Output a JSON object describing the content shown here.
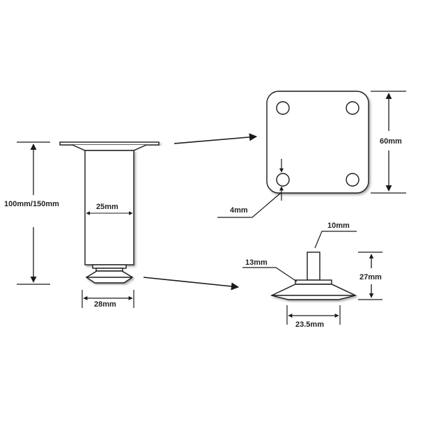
{
  "labels": {
    "height": "100mm/150mm",
    "tube_diameter": "25mm",
    "base_diameter": "28mm",
    "plate_size": "60mm",
    "hole_diameter": "4mm",
    "stem_diameter": "10mm",
    "stem_collar": "13mm",
    "glide_height": "27mm",
    "glide_base_diameter": "23.5mm"
  },
  "colors": {
    "line": "#1a1a1a",
    "fill_part": "#ffffff",
    "background": "#ffffff"
  }
}
